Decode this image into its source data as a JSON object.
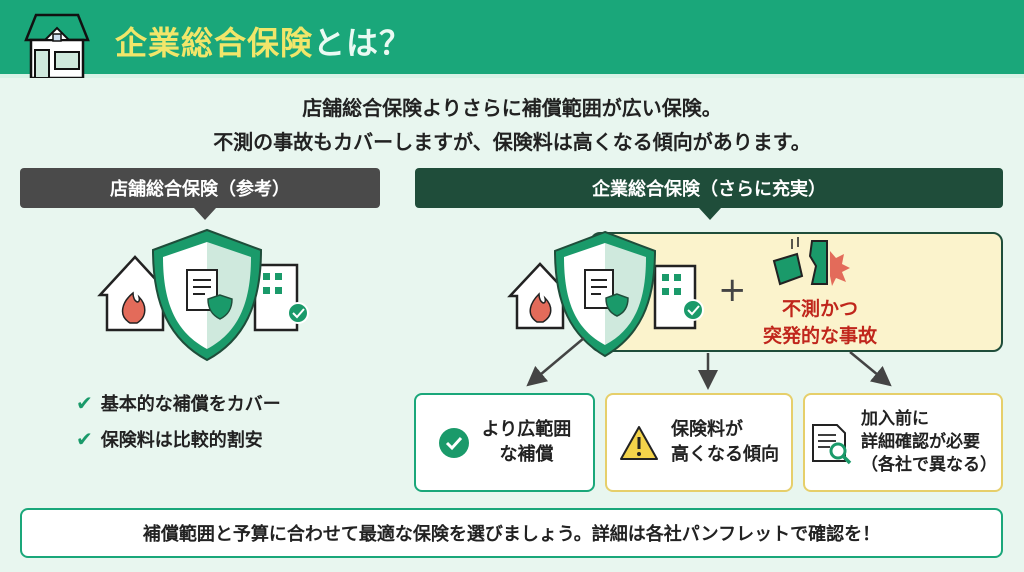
{
  "header": {
    "title_highlight": "企業総合保険",
    "title_rest": "とは？"
  },
  "intro": {
    "line1": "店舗総合保険よりさらに補償範囲が広い保険。",
    "line2": "不測の事故もカバーしますが、保険料は高くなる傾向があります。"
  },
  "left": {
    "label": "店舗総合保険（参考）",
    "checks": [
      "基本的な補償をカバー",
      "保険料は比較的割安"
    ]
  },
  "right": {
    "label": "企業総合保険（さらに充実）",
    "accident_line1": "不測かつ",
    "accident_line2": "突発的な事故",
    "plus": "+"
  },
  "cards": [
    {
      "line1": "より広範囲",
      "line2": "な補償",
      "icon": "check-circle-icon"
    },
    {
      "line1": "保険料が",
      "line2": "高くなる傾向",
      "icon": "warning-icon"
    },
    {
      "line1": "加入前に",
      "line2": "詳細確認が必要",
      "line3": "（各社で異なる）",
      "icon": "document-search-icon"
    }
  ],
  "footer": {
    "text": "補償範囲と予算に合わせて最適な保険を選びましょう。詳細は各社パンフレットで確認を！"
  },
  "colors": {
    "header": "#1aa77a",
    "title": "#f1e66a",
    "accent_red": "#c0261c",
    "dark_green": "#1f4d3a"
  }
}
